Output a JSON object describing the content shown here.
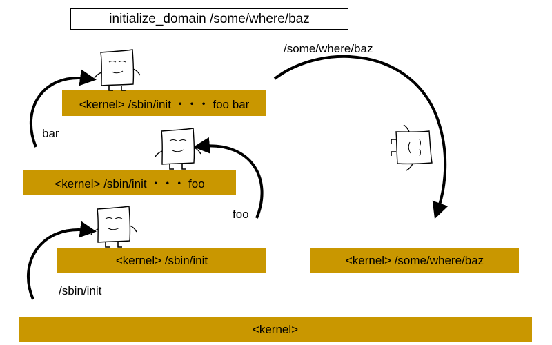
{
  "title": "initialize_domain /some/where/baz",
  "colors": {
    "bar": "#c99700",
    "stroke": "#000000"
  },
  "bars": {
    "kernel": "<kernel>",
    "sbin_init": "<kernel> /sbin/init",
    "foo": "<kernel> /sbin/init ・・・ foo",
    "foo_bar": "<kernel> /sbin/init ・・・ foo bar",
    "baz": "<kernel> /some/where/baz"
  },
  "arrow_labels": {
    "sbin_init": "/sbin/init",
    "foo": "foo",
    "bar": "bar",
    "baz": "/some/where/baz"
  },
  "icons": [
    "process-figure-icon",
    "process-figure-icon",
    "process-figure-icon",
    "rotated-process-figure-icon"
  ]
}
